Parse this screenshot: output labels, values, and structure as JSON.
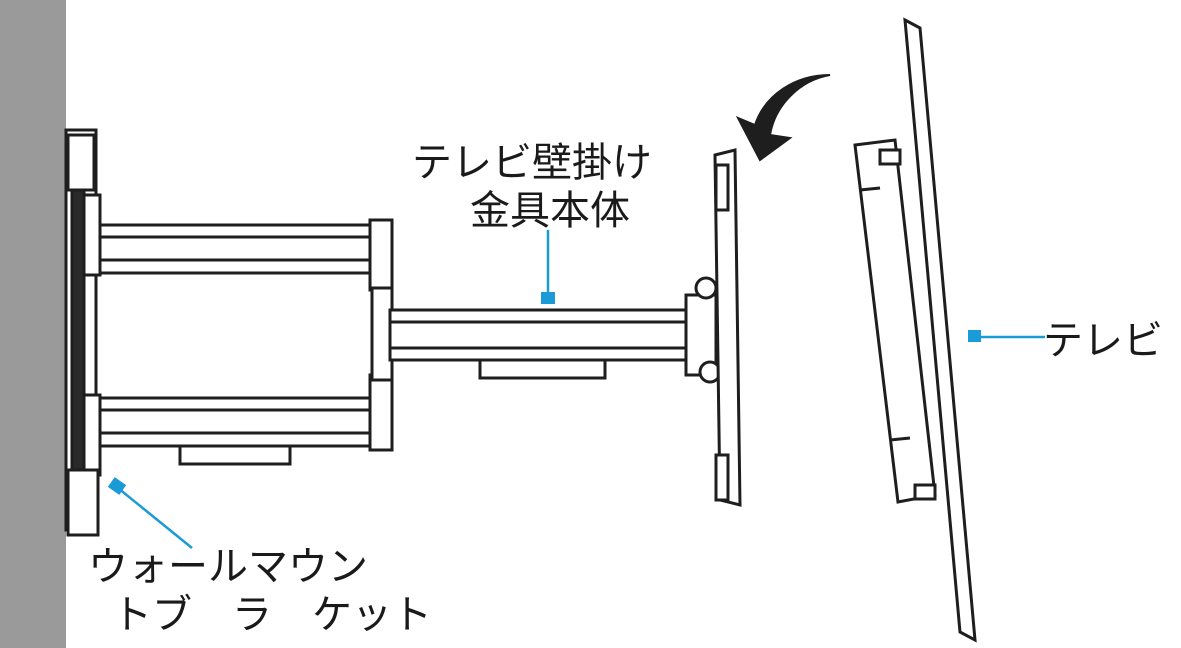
{
  "labels": {
    "mount_body": [
      "テレビ壁掛け",
      "金具本体"
    ],
    "tv": "テレビ",
    "wall_bracket": [
      "ウォールマウン",
      "トブ　ラ　ケット"
    ]
  },
  "colors": {
    "line": "#1e1e1e",
    "wall": "#9a9a9a",
    "callout": "#1a9ad6",
    "fill": "#ffffff"
  },
  "icons": {
    "rotate_arrow": "curved-arrow-icon"
  }
}
